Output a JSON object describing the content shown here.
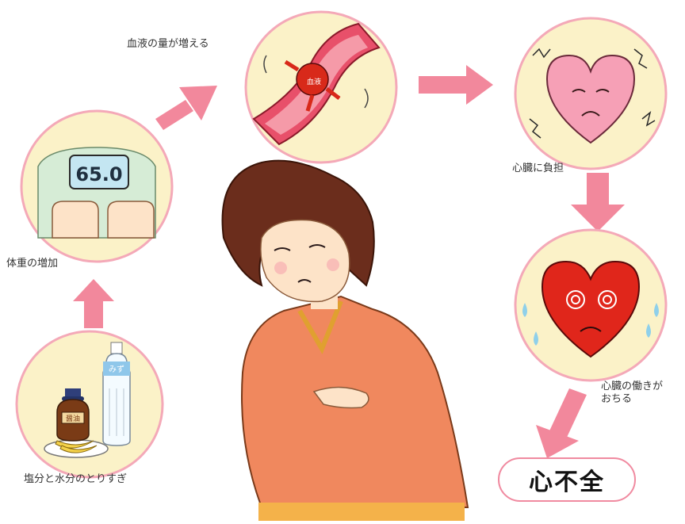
{
  "steps": {
    "salt_water": "塩分と水分のとりすぎ",
    "weight_gain": "体重の増加",
    "blood_volume": "血液の量が増える",
    "heart_burden": "心臓に負担",
    "heart_weakens": "心臓の働きが\nおちる",
    "result": "心不全"
  },
  "illustrations": {
    "scale_reading": "65.0",
    "bottle_label": "みず",
    "soy_sauce_label": "醤油",
    "blood_cell_label": "血液"
  },
  "colors": {
    "arrow": "#f2889c",
    "circle_border": "#f4a9b8",
    "circle_fill": "#fbf2c8",
    "heart_pink": "#f6a0b6",
    "heart_red": "#e0261b",
    "sweater": "#f0885e",
    "hair": "#6b2d1c"
  },
  "icons": [
    "scale-icon",
    "bottle-icon",
    "soy-sauce-icon",
    "blood-vessel-icon",
    "heart-icon",
    "broken-heart-icon"
  ]
}
